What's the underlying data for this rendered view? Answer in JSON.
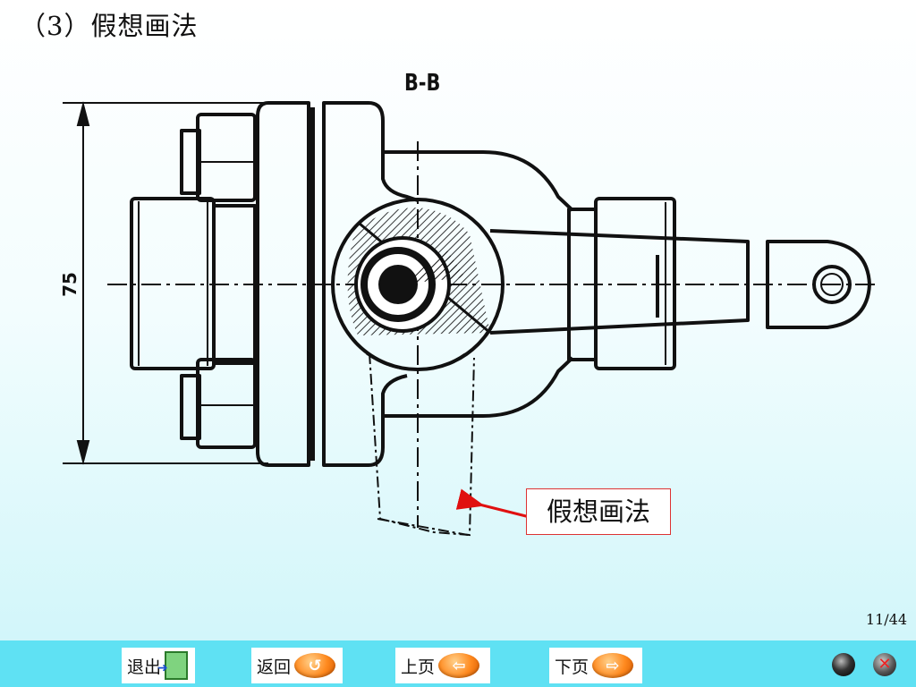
{
  "slide": {
    "title": "（3）假想画法",
    "section_label": "B-B",
    "dimension_label": "75",
    "callout": "假想画法",
    "page_number": "11/44"
  },
  "nav": {
    "exit_label": "退出",
    "back_label": "返回",
    "prev_label": "上页",
    "next_label": "下页"
  },
  "colors": {
    "callout_border": "#dd3333",
    "arrow": "#e01010",
    "navbar": "#5fe1f3"
  }
}
